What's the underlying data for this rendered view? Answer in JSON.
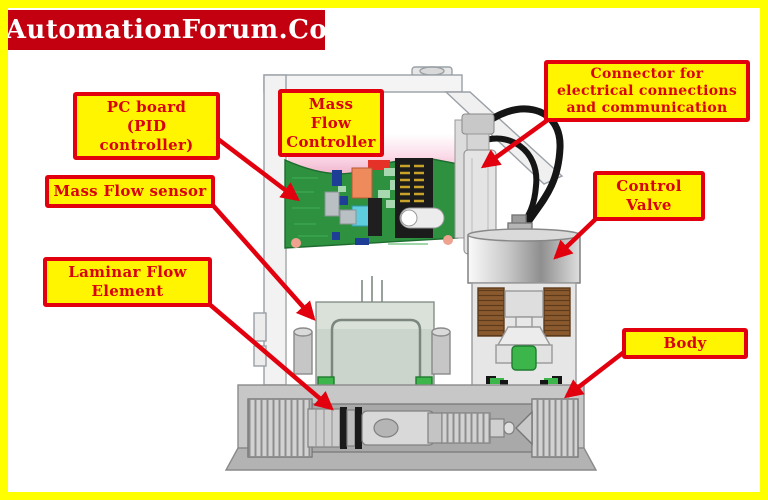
{
  "frame": {
    "border_color": "#FFFF00",
    "background": "#FFFFFF"
  },
  "banner": {
    "text": "AutomationForum.Co",
    "bg_color": "#C2000F",
    "text_color": "#FFFFFF"
  },
  "diagram": {
    "subject": "Mass Flow Controller cut-away illustration",
    "label_style": {
      "bg": "#FFF500",
      "border": "#E3000E",
      "text": "#D8030F"
    },
    "arrow_color": "#E3000E",
    "labels": [
      {
        "id": "pc-board",
        "text": "PC board\n(PID controller)"
      },
      {
        "id": "mass-flow-controller",
        "text": "Mass Flow\nController"
      },
      {
        "id": "connector",
        "text": "Connector for\nelectrical connections\nand communication"
      },
      {
        "id": "mass-flow-sensor",
        "text": "Mass Flow sensor"
      },
      {
        "id": "control-valve",
        "text": "Control\nValve"
      },
      {
        "id": "laminar-flow-element",
        "text": "Laminar Flow\nElement"
      },
      {
        "id": "body",
        "text": "Body"
      }
    ],
    "part_colors": {
      "pcb_green": "#2D9140",
      "coil_copper": "#8A5A2E",
      "valve_seat_green": "#3CB54A",
      "cable_black": "#151515",
      "metal_gray": "#C7C7C7"
    }
  }
}
